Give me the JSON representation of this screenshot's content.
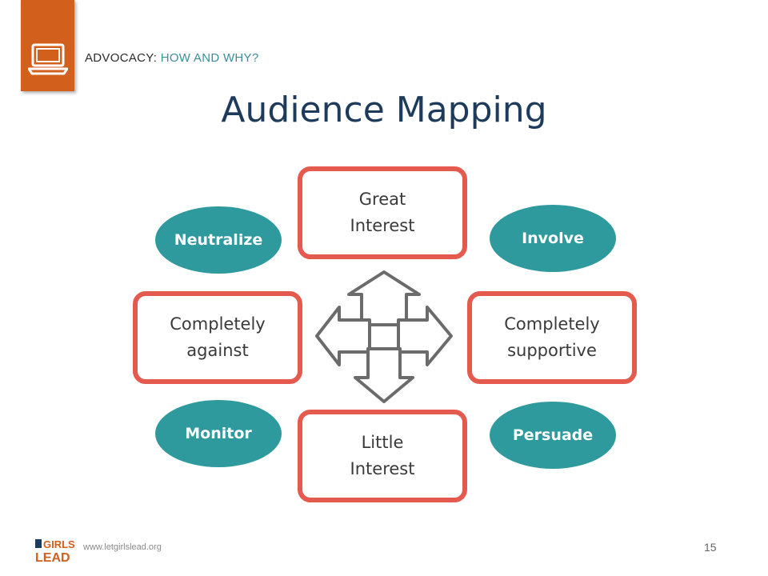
{
  "header": {
    "section_prefix": "ADVOCACY:",
    "section_topic": "HOW  AND  WHY?"
  },
  "slide": {
    "title": "Audience Mapping"
  },
  "diagram": {
    "boxes": {
      "top": "Great\nInterest",
      "left": "Completely\nagainst",
      "right": "Completely\nsupportive",
      "bottom": "Little\nInterest"
    },
    "ovals": {
      "top_left": "Neutralize",
      "top_right": "Involve",
      "bottom_left": "Monitor",
      "bottom_right": "Persuade"
    },
    "colors": {
      "box_border": "#e55a4e",
      "oval_fill": "#2f9a9d",
      "title": "#1f3b5c",
      "accent_orange": "#d35f1c"
    }
  },
  "footer": {
    "logo_text_1": "GIRLS",
    "logo_text_2": "LEAD",
    "url": "www.letgirlslead.org",
    "page_number": "15"
  }
}
